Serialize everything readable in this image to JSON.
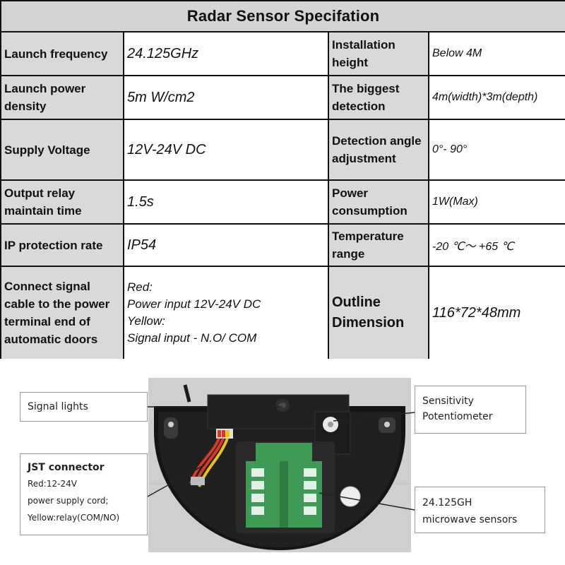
{
  "title": "Radar Sensor Specifation",
  "specs": {
    "launch_frequency": {
      "label": "Launch frequency",
      "value": "24.125GHz"
    },
    "installation_height": {
      "label": "Installation height",
      "value": "Below 4M"
    },
    "launch_power_density": {
      "label": "Launch power density",
      "value": "5m W/cm2"
    },
    "biggest_detection": {
      "label": "The biggest detection",
      "value": "4m(width)*3m(depth)"
    },
    "supply_voltage": {
      "label": "Supply Voltage",
      "value": "12V-24V DC"
    },
    "detection_angle": {
      "label": "Detection angle adjustment",
      "value": "0°- 90°"
    },
    "relay_time": {
      "label": "Output relay maintain time",
      "value": "1.5s"
    },
    "power_consumption": {
      "label": "Power consumption",
      "value": "1W(Max)"
    },
    "ip_rate": {
      "label": "IP protection rate",
      "value": "IP54"
    },
    "temperature": {
      "label": "Temperature range",
      "value": "-20 ℃～ +65 ℃"
    },
    "connect_signal": {
      "label": "Connect signal cable to the power terminal end of automatic doors",
      "lines": [
        "Red:",
        "Power input 12V-24V  DC",
        "Yellow:",
        "Signal input - N.O/ COM"
      ]
    },
    "outline_dimension": {
      "label": "Outline Dimension",
      "value": "116*72*48mm"
    }
  },
  "callouts": {
    "signal_lights": "Signal lights",
    "sensitivity": {
      "line1": "Sensitivity",
      "line2": "Potentiometer"
    },
    "jst": {
      "head": "JST connector",
      "line1": "Red:12-24V",
      "line2": "power supply cord;",
      "line3": "Yellow:relay(COM/NO)"
    },
    "microwave": {
      "line1": "24.125GH",
      "line2": "microwave sensors"
    }
  },
  "colors": {
    "header_bg": "#d4d4d4",
    "label_bg": "#d9d9d9",
    "device": "#141414",
    "wire_red": "#d23a2a",
    "wire_yellow": "#e6c21b",
    "board_green": "#3e9a55"
  }
}
